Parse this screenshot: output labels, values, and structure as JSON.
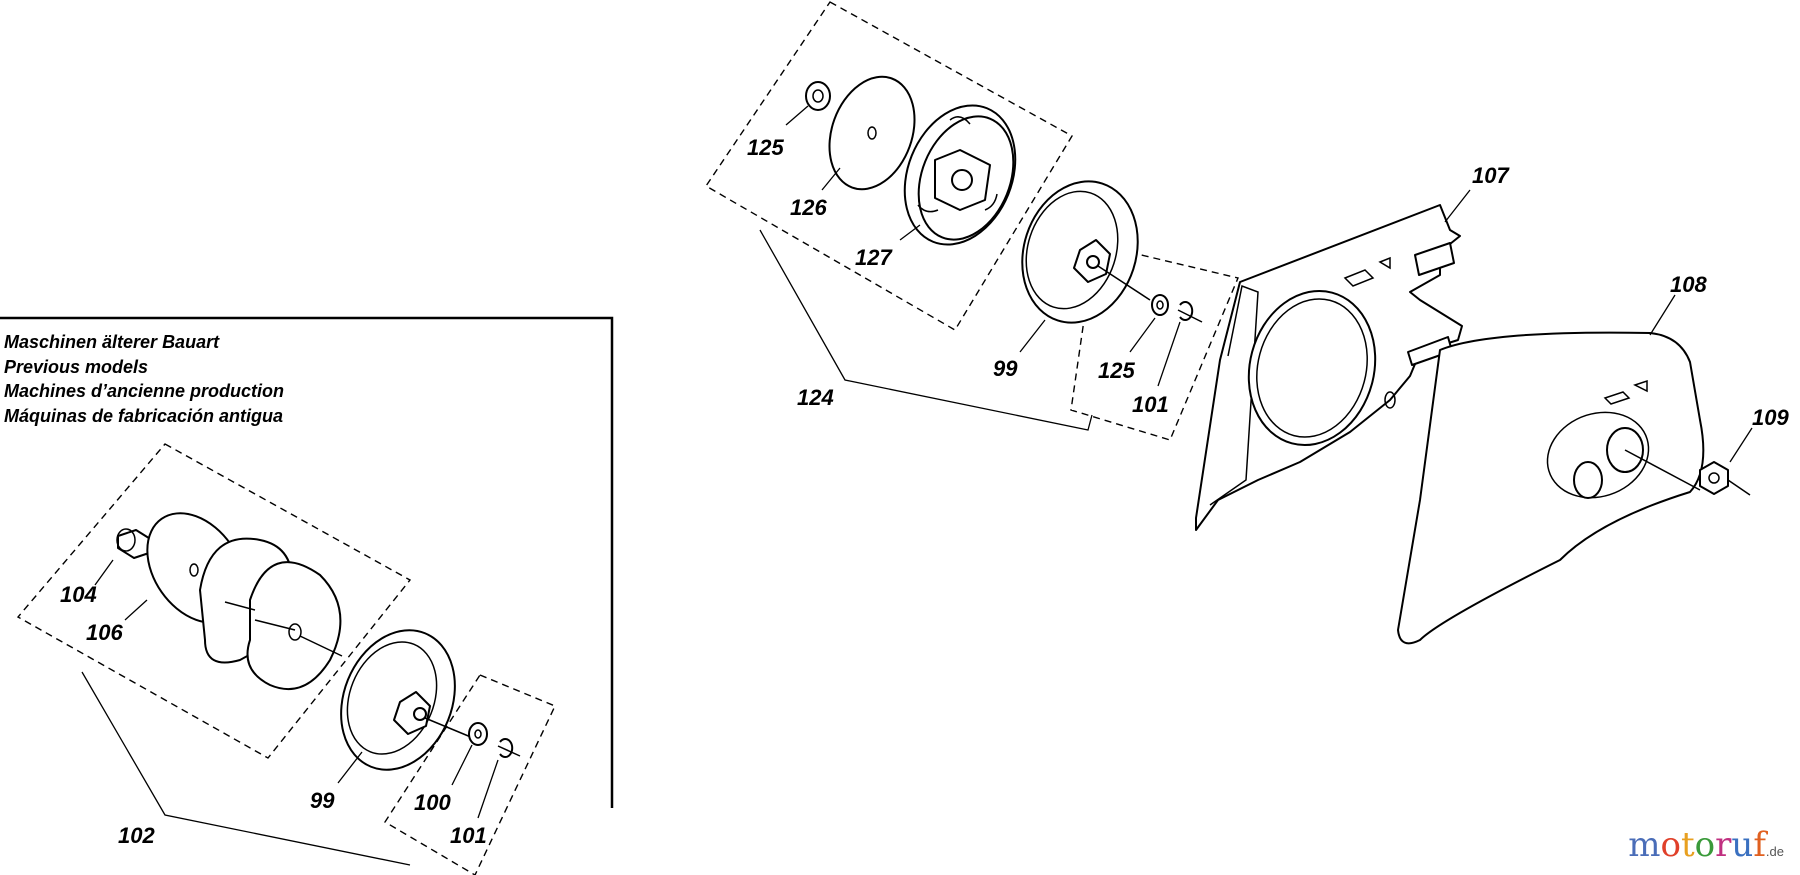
{
  "legend": {
    "lines": [
      "Maschinen älterer Bauart",
      "Previous models",
      "Machines d’ancienne production",
      "Máquinas de fabricación antigua"
    ]
  },
  "labels": {
    "p125_top": "125",
    "p126": "126",
    "p127": "127",
    "p124": "124",
    "p99_top": "99",
    "p125_mid": "125",
    "p101_top": "101",
    "p107": "107",
    "p108": "108",
    "p109": "109",
    "p104": "104",
    "p106": "106",
    "p102": "102",
    "p99_bottom": "99",
    "p100": "100",
    "p101_bottom": "101"
  },
  "brand": {
    "letters": [
      "m",
      "o",
      "t",
      "o",
      "r",
      "u",
      "f"
    ],
    "colors": [
      "#4a6db8",
      "#e0402a",
      "#e8a020",
      "#3a9a3a",
      "#c03080",
      "#3a70c0",
      "#e06020"
    ],
    "tld": ".de"
  }
}
